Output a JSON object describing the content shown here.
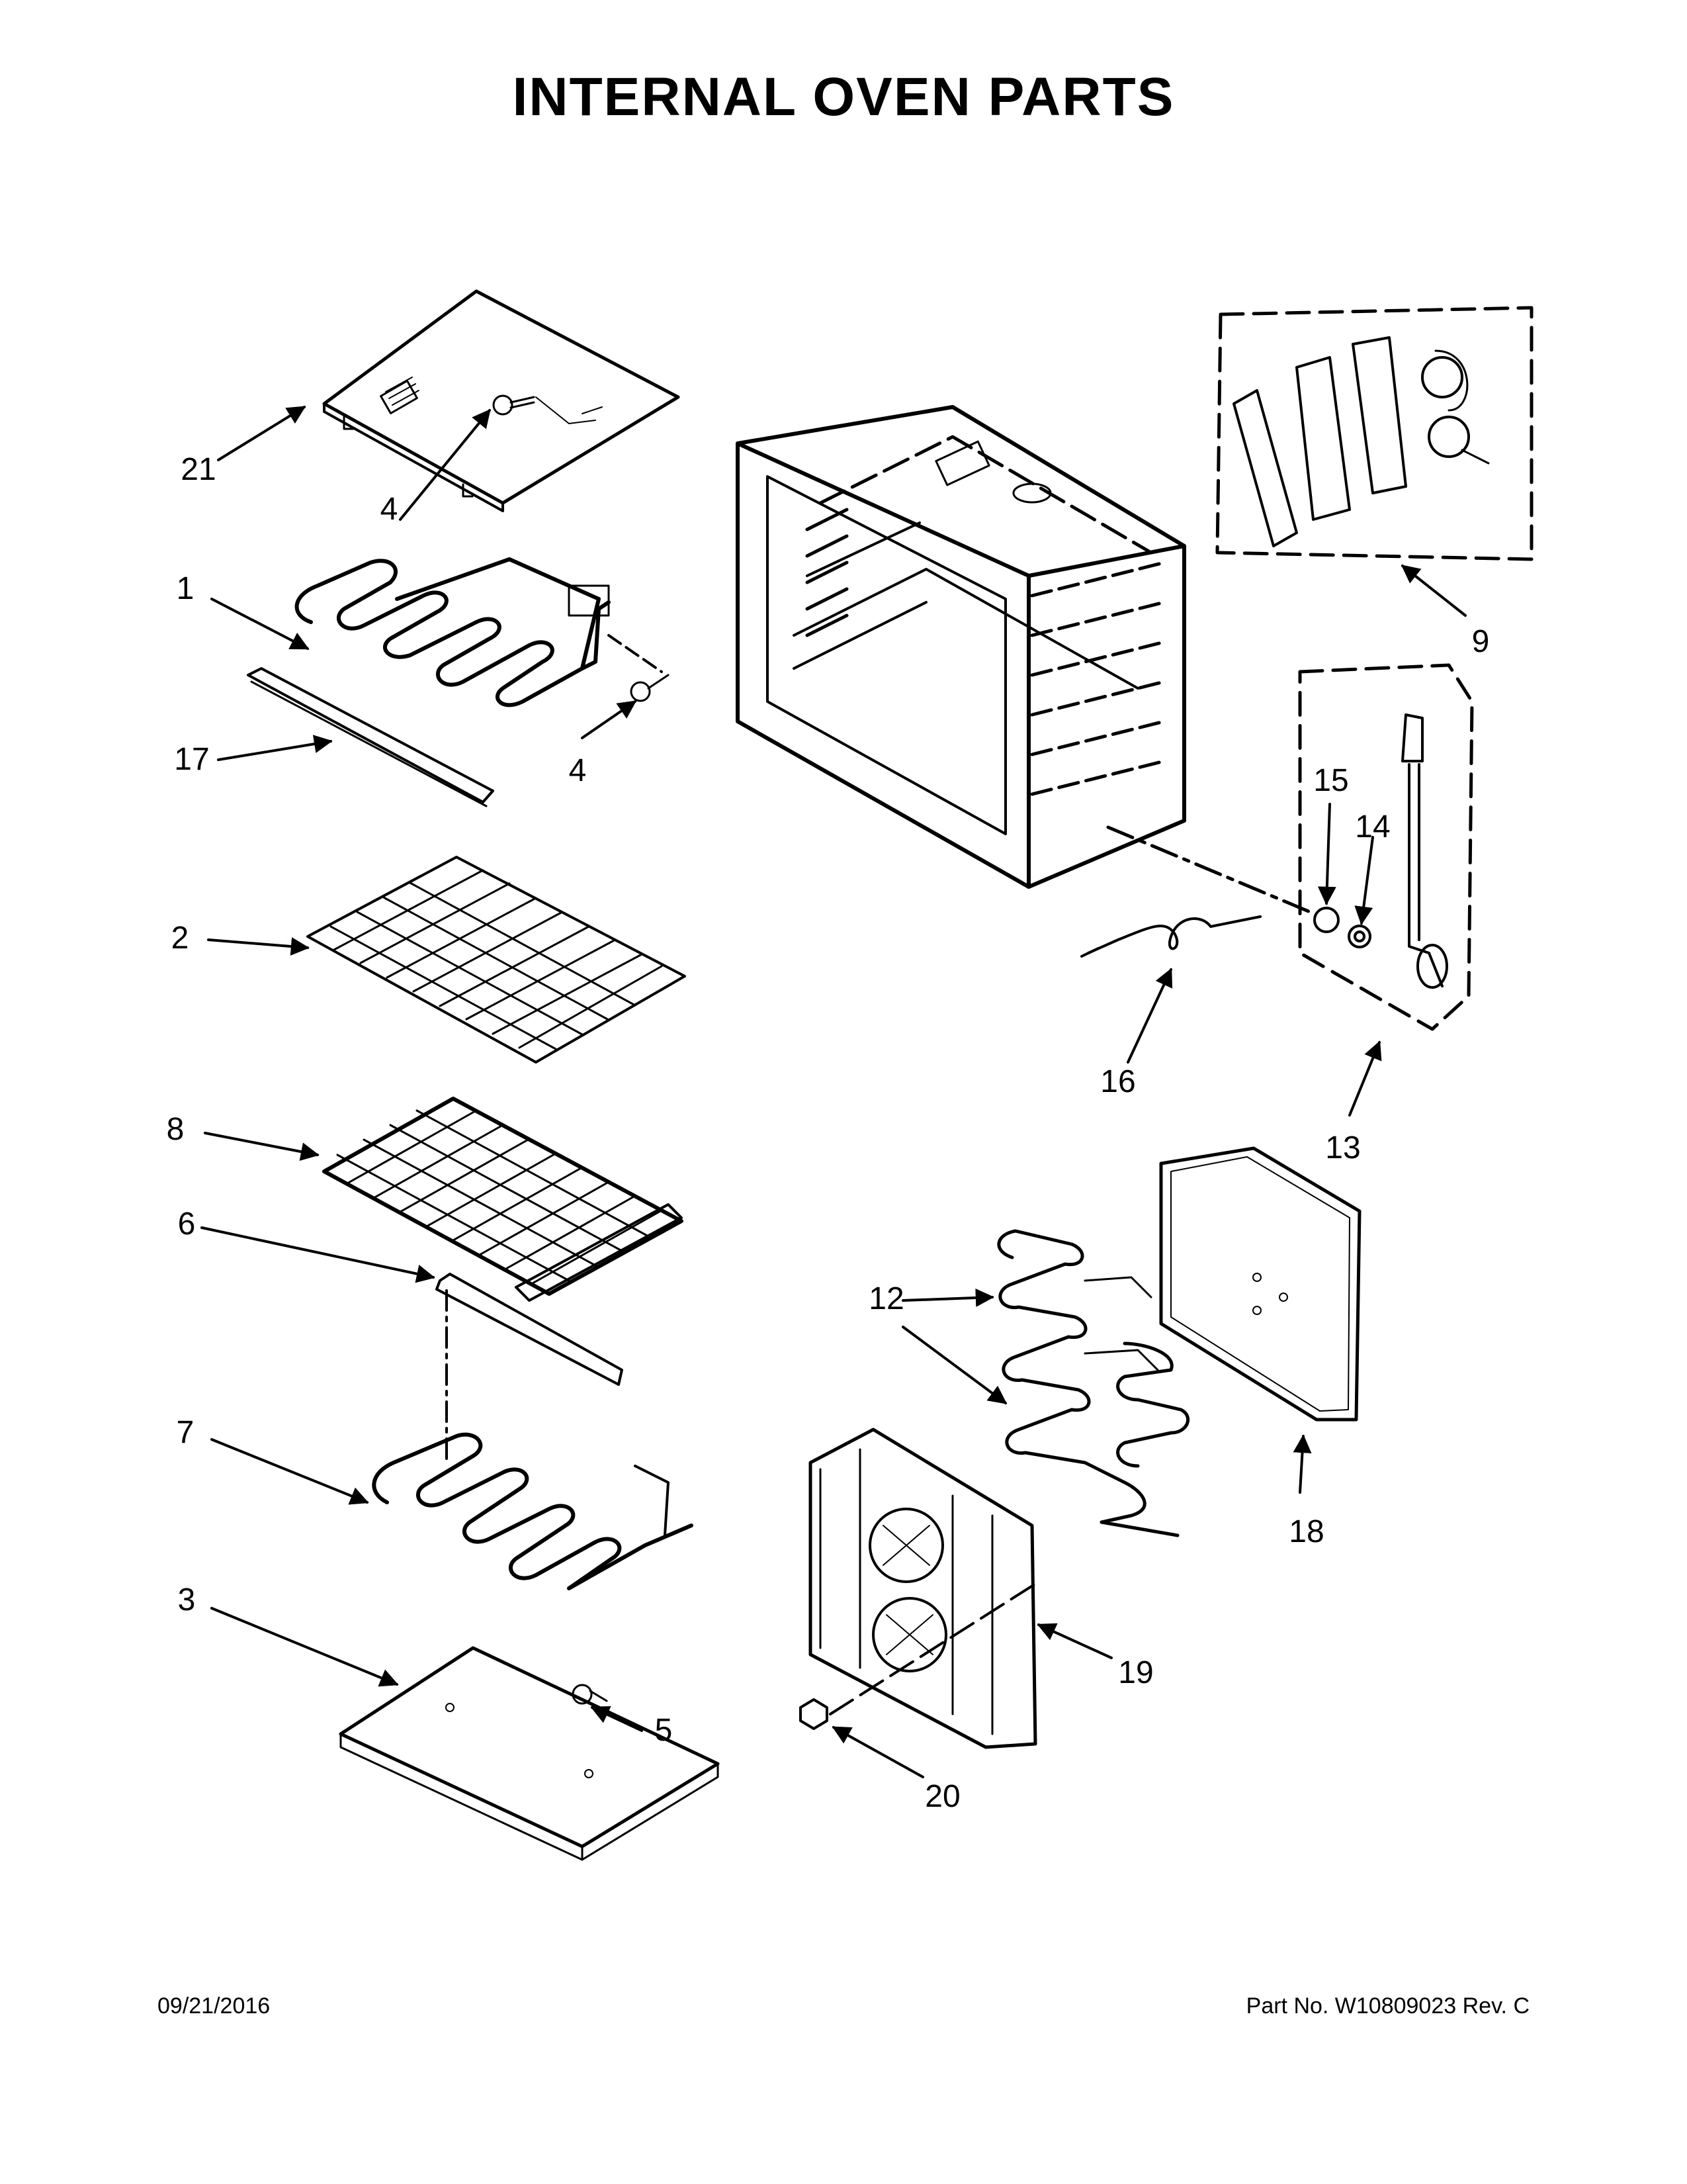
{
  "title": "INTERNAL OVEN PARTS",
  "callouts": {
    "c1": "1",
    "c2": "2",
    "c3": "3",
    "c4a": "4",
    "c4b": "4",
    "c5": "5",
    "c6": "6",
    "c7": "7",
    "c8": "8",
    "c9": "9",
    "c12": "12",
    "c13": "13",
    "c14": "14",
    "c15": "15",
    "c16": "16",
    "c17": "17",
    "c18": "18",
    "c19": "19",
    "c20": "20",
    "c21": "21"
  },
  "footer": {
    "date": "09/21/2016",
    "part_no": "Part No.  W10809023  Rev.  C"
  }
}
